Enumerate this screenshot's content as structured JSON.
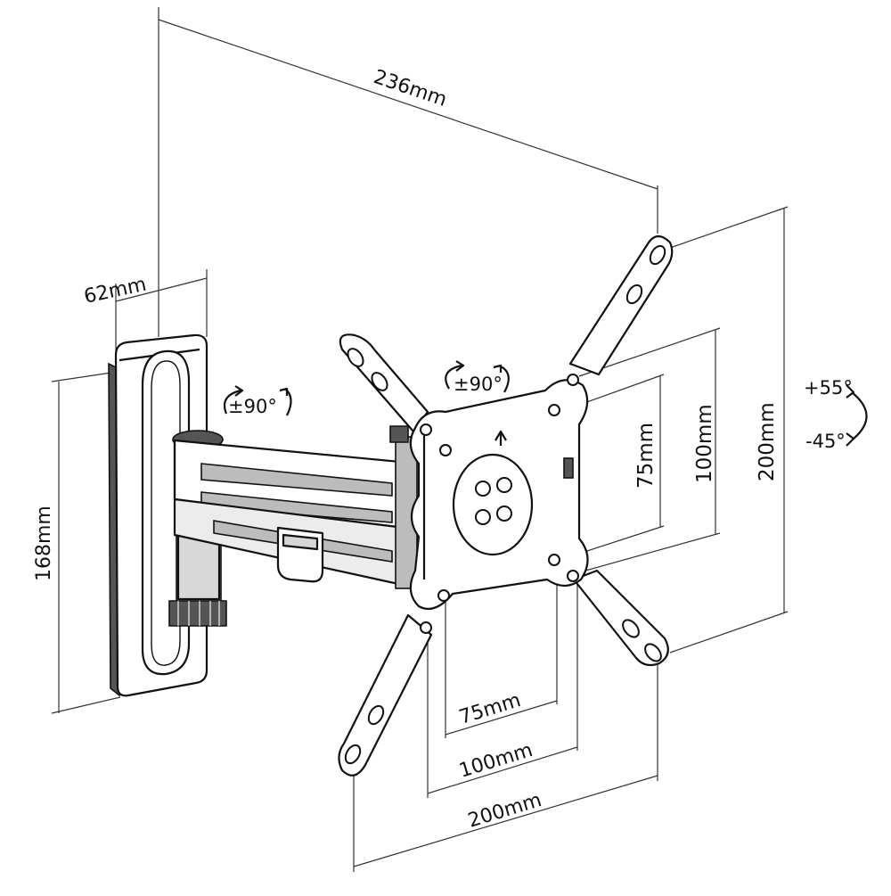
{
  "dimensions": {
    "overall_depth": "236mm",
    "plate_width": "62mm",
    "plate_height": "168mm",
    "vesa_h_small": "75mm",
    "vesa_h_mid": "100mm",
    "vesa_h_large": "200mm",
    "vesa_v_small": "75mm",
    "vesa_v_mid": "100mm",
    "vesa_v_large": "200mm"
  },
  "angles": {
    "wall_swivel": "±90°",
    "rotation": "±90°",
    "tilt_up": "+55°",
    "tilt_down": "-45°"
  }
}
